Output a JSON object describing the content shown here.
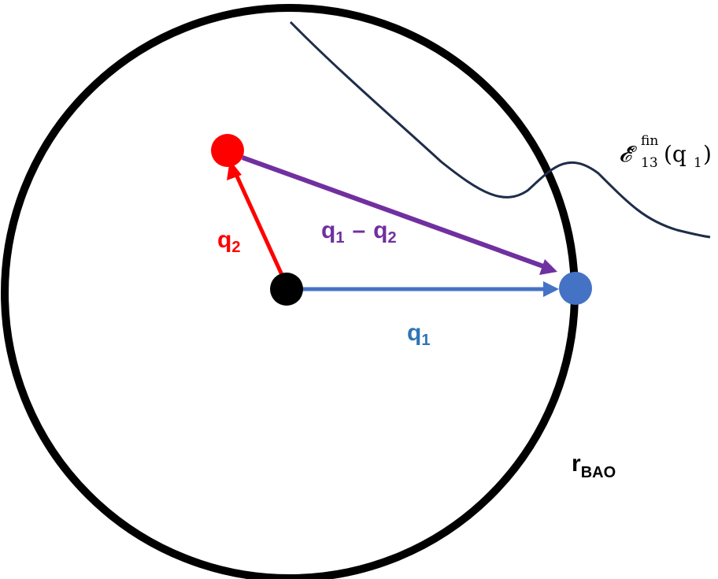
{
  "labels": {
    "q2": {
      "main": "q",
      "sub": "2"
    },
    "q1_minus_q2": {
      "q1_main": "q",
      "q1_sub": "1",
      "minus": "–",
      "q2_main": "q",
      "q2_sub": "2"
    },
    "q1": {
      "main": "q",
      "sub": "1"
    },
    "r_bao": {
      "main": "r",
      "sub": "BAO"
    },
    "curve_label": {
      "symbol": "𝓔̃",
      "superscript": "fin",
      "subscript": "13",
      "argument": "(q",
      "argument_sub": "1",
      "close": ")"
    }
  },
  "colors": {
    "circle": "#000000",
    "origin_point": "#000000",
    "red_point": "#ff0000",
    "blue_point": "#4472c4",
    "arrow_q2": "#ff0000",
    "arrow_q1": "#4472c4",
    "arrow_diff": "#7030a0",
    "curve": "#1f2d4a"
  }
}
